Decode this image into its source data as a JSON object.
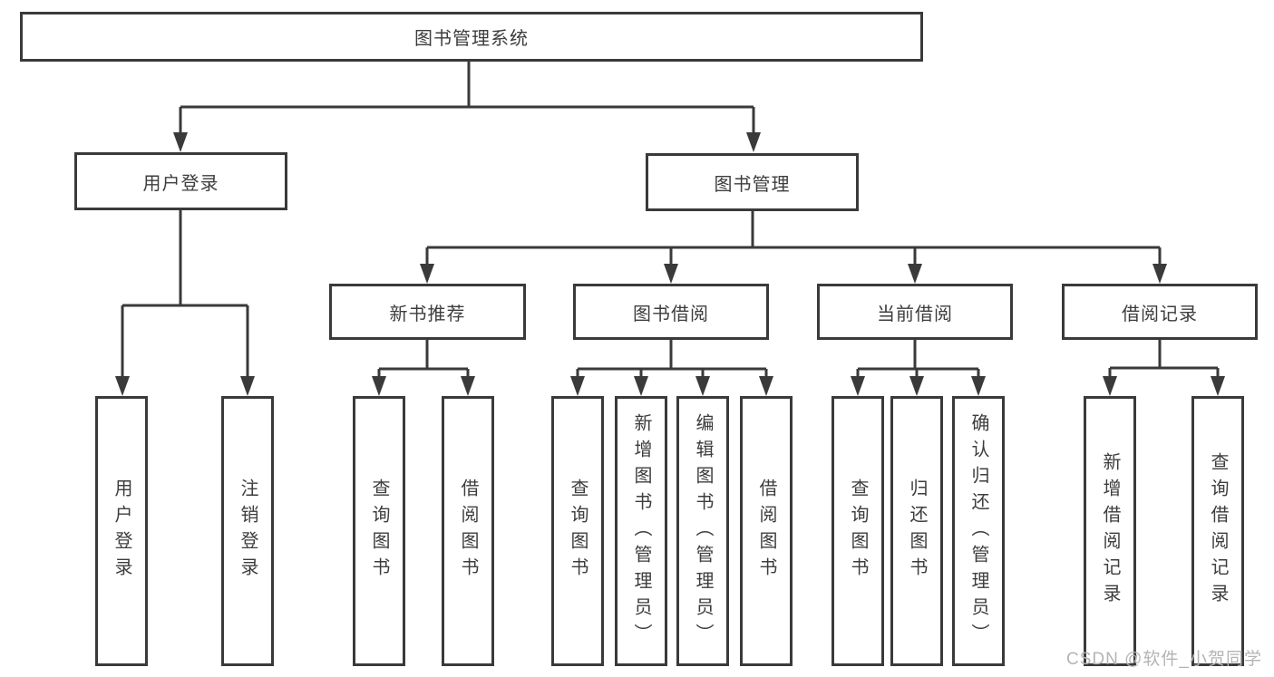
{
  "diagram_title": "图书管理系统",
  "colors": {
    "line": "#3a3a3a",
    "text": "#3d3d3d",
    "background": "#ffffff",
    "watermark": "#b4b4b4"
  },
  "nodes": {
    "root": "图书管理系统",
    "l2_user_login": "用户登录",
    "l2_book_mgmt": "图书管理",
    "l3_new_book": "新书推荐",
    "l3_book_borrow": "图书借阅",
    "l3_current_borrow": "当前借阅",
    "l3_records": "借阅记录",
    "leaf_user_login": "用户登录",
    "leaf_logout": "注销登录",
    "leaf_nb_query": "查询图书",
    "leaf_nb_borrow": "借阅图书",
    "leaf_bb_query": "查询图书",
    "leaf_bb_add": "新增图书（管理员）",
    "leaf_bb_edit": "编辑图书（管理员）",
    "leaf_bb_borrow": "借阅图书",
    "leaf_cb_query": "查询图书",
    "leaf_cb_return": "归还图书",
    "leaf_cb_confirm": "确认归还（管理员）",
    "leaf_rec_add": "新增借阅记录",
    "leaf_rec_query": "查询借阅记录"
  },
  "structure": [
    {
      "parent": "图书管理系统",
      "children": [
        "用户登录",
        "图书管理"
      ]
    },
    {
      "parent": "用户登录",
      "children": [
        "用户登录",
        "注销登录"
      ]
    },
    {
      "parent": "图书管理",
      "children": [
        "新书推荐",
        "图书借阅",
        "当前借阅",
        "借阅记录"
      ]
    },
    {
      "parent": "新书推荐",
      "children": [
        "查询图书",
        "借阅图书"
      ]
    },
    {
      "parent": "图书借阅",
      "children": [
        "查询图书",
        "新增图书（管理员）",
        "编辑图书（管理员）",
        "借阅图书"
      ]
    },
    {
      "parent": "当前借阅",
      "children": [
        "查询图书",
        "归还图书",
        "确认归还（管理员）"
      ]
    },
    {
      "parent": "借阅记录",
      "children": [
        "新增借阅记录",
        "查询借阅记录"
      ]
    }
  ],
  "watermark": "CSDN @软件_小贺同学"
}
